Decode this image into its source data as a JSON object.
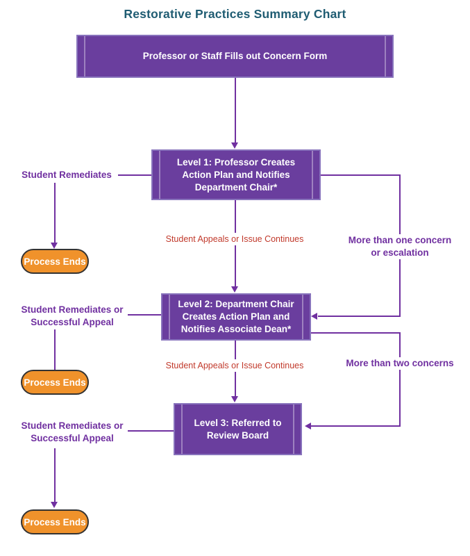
{
  "title": "Restorative Practices Summary Chart",
  "colors": {
    "title_text": "#1F5C72",
    "box_fill": "#6A3E9E",
    "box_border": "#8873BC",
    "connector_purple": "#7030A0",
    "label_purple": "#7030A0",
    "label_red": "#C1392B",
    "terminator_fill": "#F0922B",
    "terminator_border": "#333333"
  },
  "boxes": {
    "concern_form": {
      "label": "Professor or Staff Fills out Concern Form"
    },
    "level1": {
      "label": "Level 1: Professor Creates\nAction Plan and Notifies\nDepartment Chair*"
    },
    "level2": {
      "label": "Level 2: Department Chair\nCreates Action Plan and\nNotifies Associate Dean*"
    },
    "level3": {
      "label": "Level 3: Referred to\nReview Board"
    }
  },
  "terminators": {
    "process_ends_1": {
      "label": "Process Ends"
    },
    "process_ends_2": {
      "label": "Process Ends"
    },
    "process_ends_3": {
      "label": "Process Ends"
    }
  },
  "edge_labels": {
    "student_remediates": "Student Remediates",
    "appeals_1": "Student Appeals or Issue Continues",
    "more_than_one": "More than one concern\nor escalation",
    "remediates_or_appeal_1": "Student Remediates or\nSuccessful Appeal",
    "appeals_2": "Student Appeals or Issue Continues",
    "more_than_two": "More than two concerns",
    "remediates_or_appeal_2": "Student Remediates or\nSuccessful Appeal"
  }
}
